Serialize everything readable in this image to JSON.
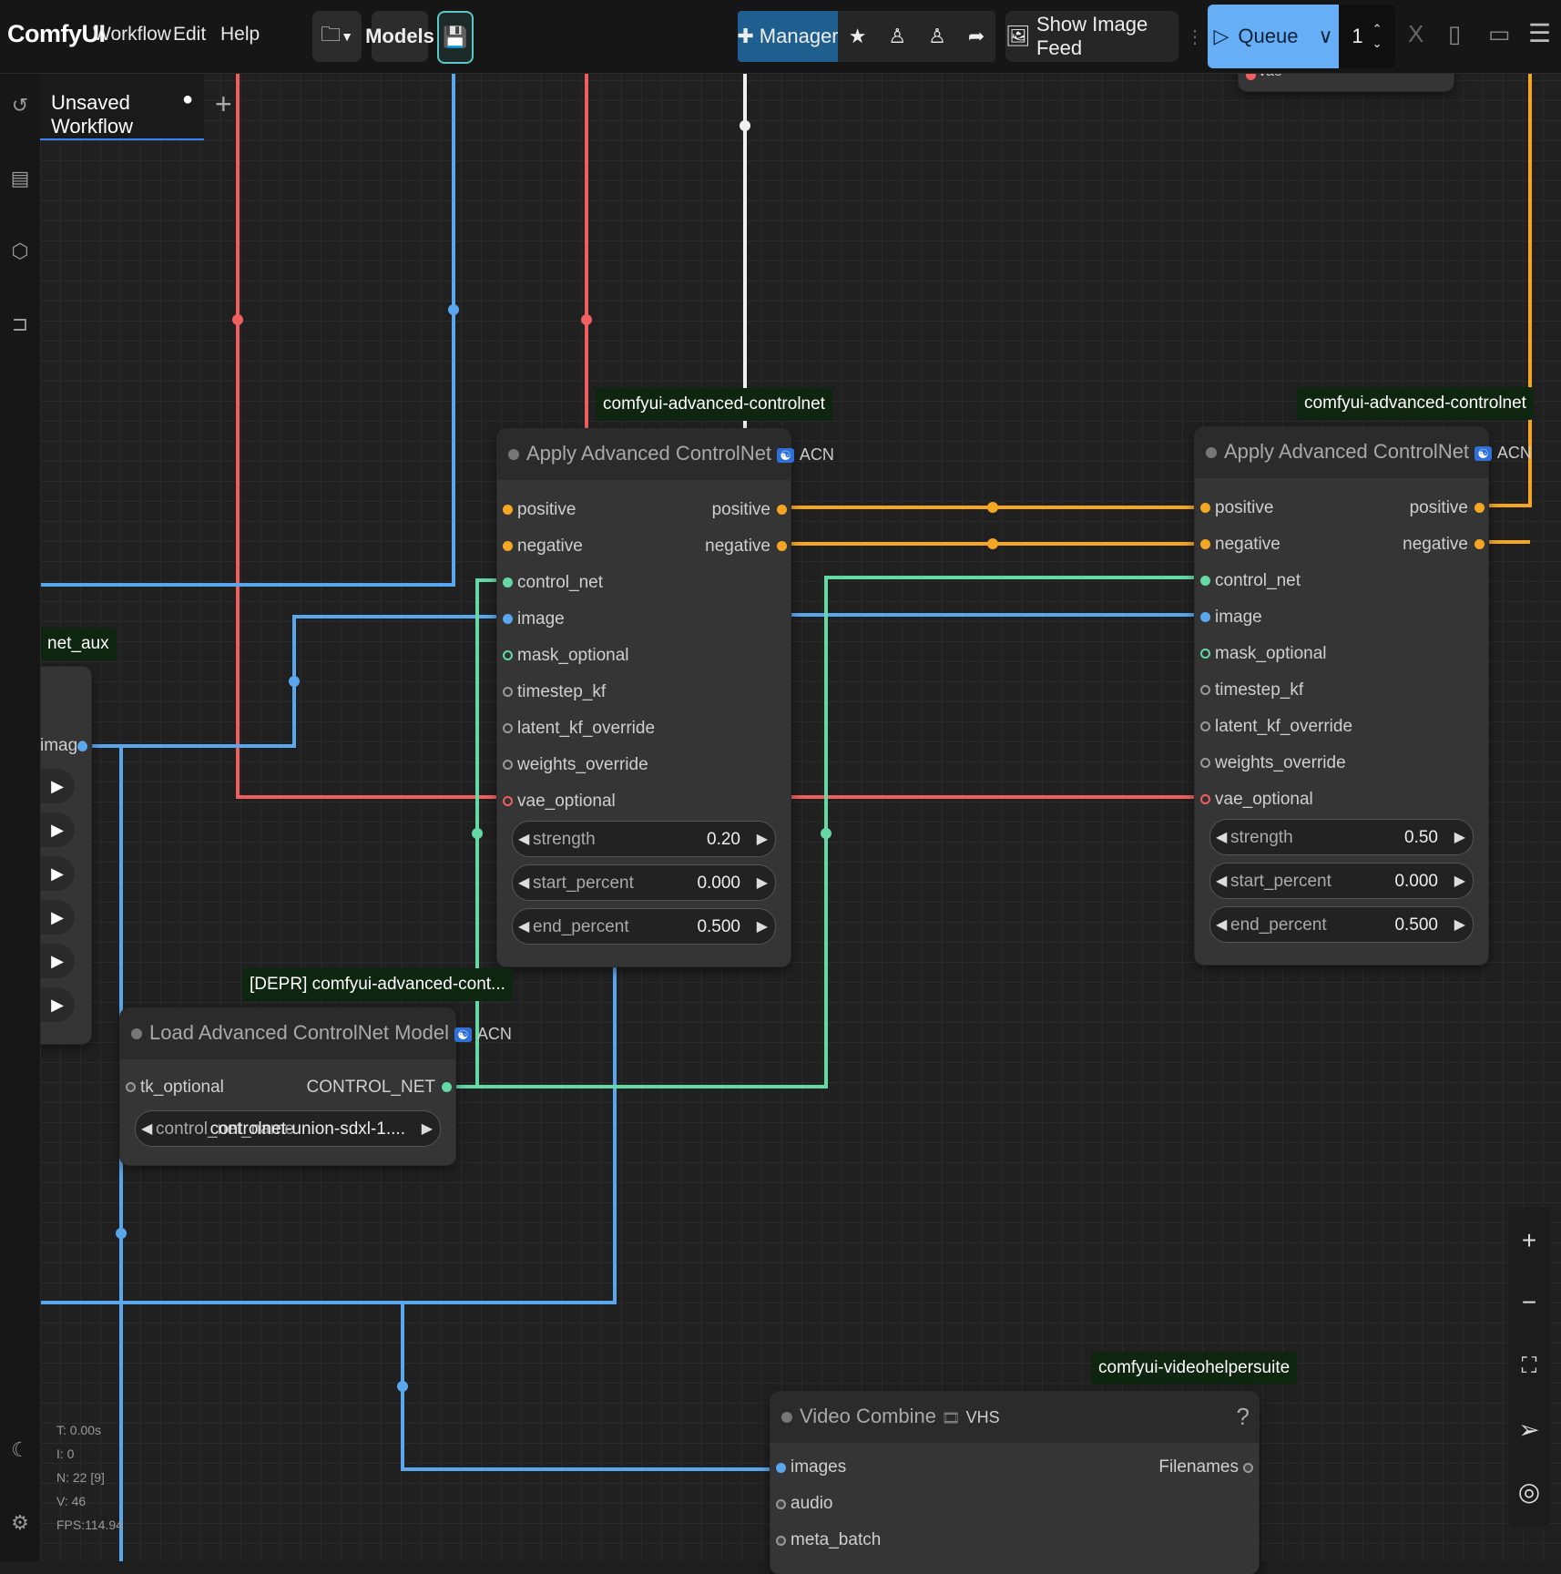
{
  "app": {
    "name": "ComfyUI"
  },
  "menu": {
    "workflow": "Workflow",
    "edit": "Edit",
    "help": "Help"
  },
  "toolbar": {
    "models": "Models",
    "manager": "Manager",
    "show_image_feed": "Show Image Feed",
    "queue": "Queue",
    "queue_count": "1"
  },
  "tab": {
    "label": "Unsaved Workflow"
  },
  "nodes": {
    "apply1": {
      "tag": "comfyui-advanced-controlnet",
      "title": "Apply Advanced ControlNet",
      "badge": "ACN",
      "inputs": [
        "positive",
        "negative",
        "control_net",
        "image",
        "mask_optional",
        "timestep_kf",
        "latent_kf_override",
        "weights_override",
        "vae_optional"
      ],
      "outputs": [
        "positive",
        "negative"
      ],
      "widgets": [
        {
          "label": "strength",
          "value": "0.20"
        },
        {
          "label": "start_percent",
          "value": "0.000"
        },
        {
          "label": "end_percent",
          "value": "0.500"
        }
      ]
    },
    "apply2": {
      "tag": "comfyui-advanced-controlnet",
      "title": "Apply Advanced ControlNet",
      "badge": "ACN",
      "inputs": [
        "positive",
        "negative",
        "control_net",
        "image",
        "mask_optional",
        "timestep_kf",
        "latent_kf_override",
        "weights_override",
        "vae_optional"
      ],
      "outputs": [
        "positive",
        "negative"
      ],
      "widgets": [
        {
          "label": "strength",
          "value": "0.50"
        },
        {
          "label": "start_percent",
          "value": "0.000"
        },
        {
          "label": "end_percent",
          "value": "0.500"
        }
      ]
    },
    "loader": {
      "tag": "[DEPR] comfyui-advanced-cont...",
      "title": "Load Advanced ControlNet Model",
      "badge": "ACN",
      "input": "tk_optional",
      "output": "CONTROL_NET",
      "widget_label": "control_net_name",
      "widget_value": "controlnet-union-sdxl-1...."
    },
    "aux": {
      "tag": "net_aux",
      "output": "image"
    },
    "video": {
      "tag": "comfyui-videohelpersuite",
      "title": "Video Combine",
      "badge": "VHS",
      "help": "?",
      "inputs": [
        "images",
        "audio",
        "meta_batch"
      ],
      "output": "Filenames"
    },
    "top_partial": {
      "label": "vae"
    }
  },
  "stats": [
    "T: 0.00s",
    "I: 0",
    "N: 22 [9]",
    "V: 46",
    "FPS:114.94"
  ],
  "colors": {
    "wire_blue": "#5aa7ee",
    "wire_red": "#ef5f5f",
    "wire_orange": "#f5a623",
    "wire_green": "#64d9a4",
    "wire_white": "#f0f0f0",
    "accent": "#2e6fd8"
  }
}
